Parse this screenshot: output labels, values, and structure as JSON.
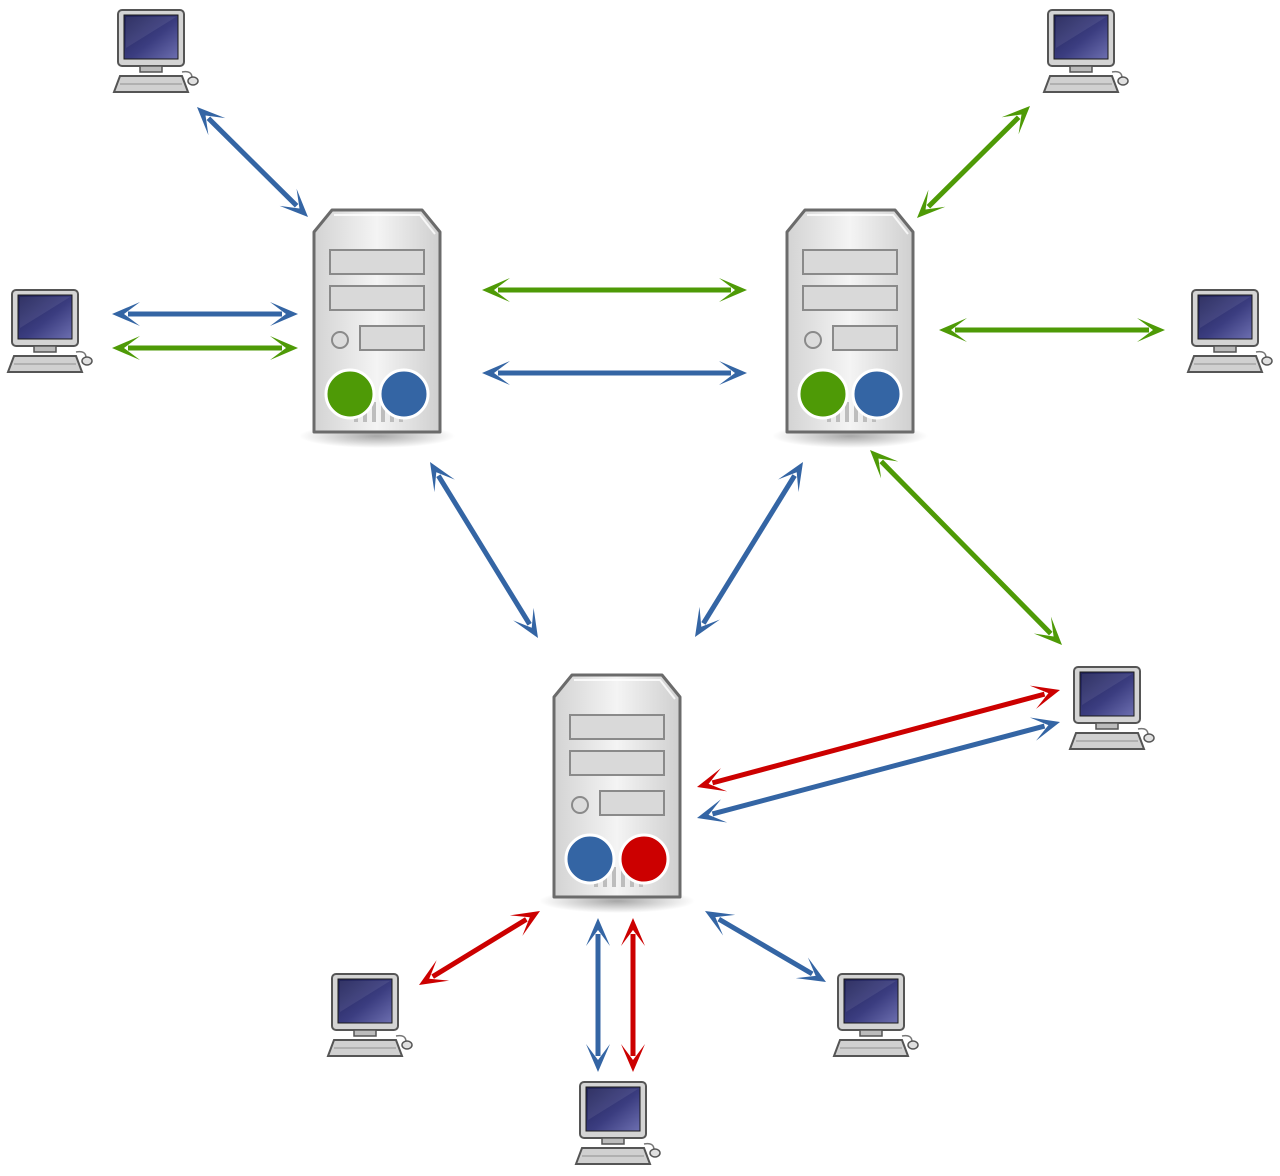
{
  "colors": {
    "green": "#4e9a06",
    "blue": "#3465a4",
    "red": "#cc0000",
    "screen": "#2d2f63",
    "case_body": "#e9e9e9",
    "case_outline": "#6b6b6b"
  },
  "nodes": {
    "servers": [
      {
        "id": "server-top-left",
        "role": "server",
        "indicators": [
          "green",
          "blue"
        ]
      },
      {
        "id": "server-top-right",
        "role": "server",
        "indicators": [
          "green",
          "blue"
        ]
      },
      {
        "id": "server-bottom",
        "role": "server",
        "indicators": [
          "blue",
          "red"
        ]
      }
    ],
    "clients": [
      {
        "id": "client-top-left",
        "role": "client"
      },
      {
        "id": "client-left",
        "role": "client"
      },
      {
        "id": "client-top-right",
        "role": "client"
      },
      {
        "id": "client-right",
        "role": "client"
      },
      {
        "id": "client-mid-right",
        "role": "client"
      },
      {
        "id": "client-bottom-left",
        "role": "client"
      },
      {
        "id": "client-bottom",
        "role": "client"
      },
      {
        "id": "client-bottom-right",
        "role": "client"
      }
    ]
  },
  "links": [
    {
      "from": "client-top-left",
      "to": "server-top-left",
      "color": "blue"
    },
    {
      "from": "client-left",
      "to": "server-top-left",
      "color": "blue"
    },
    {
      "from": "client-left",
      "to": "server-top-left",
      "color": "green"
    },
    {
      "from": "server-top-left",
      "to": "server-top-right",
      "color": "green"
    },
    {
      "from": "server-top-left",
      "to": "server-top-right",
      "color": "blue"
    },
    {
      "from": "client-top-right",
      "to": "server-top-right",
      "color": "green"
    },
    {
      "from": "server-top-right",
      "to": "client-right",
      "color": "green"
    },
    {
      "from": "server-top-left",
      "to": "server-bottom",
      "color": "blue"
    },
    {
      "from": "server-top-right",
      "to": "server-bottom",
      "color": "blue"
    },
    {
      "from": "server-top-right",
      "to": "client-mid-right",
      "color": "green"
    },
    {
      "from": "client-mid-right",
      "to": "server-bottom",
      "color": "red"
    },
    {
      "from": "client-mid-right",
      "to": "server-bottom",
      "color": "blue"
    },
    {
      "from": "server-bottom",
      "to": "client-bottom-left",
      "color": "red"
    },
    {
      "from": "server-bottom",
      "to": "client-bottom",
      "color": "blue"
    },
    {
      "from": "server-bottom",
      "to": "client-bottom",
      "color": "red"
    },
    {
      "from": "server-bottom",
      "to": "client-bottom-right",
      "color": "blue"
    }
  ]
}
